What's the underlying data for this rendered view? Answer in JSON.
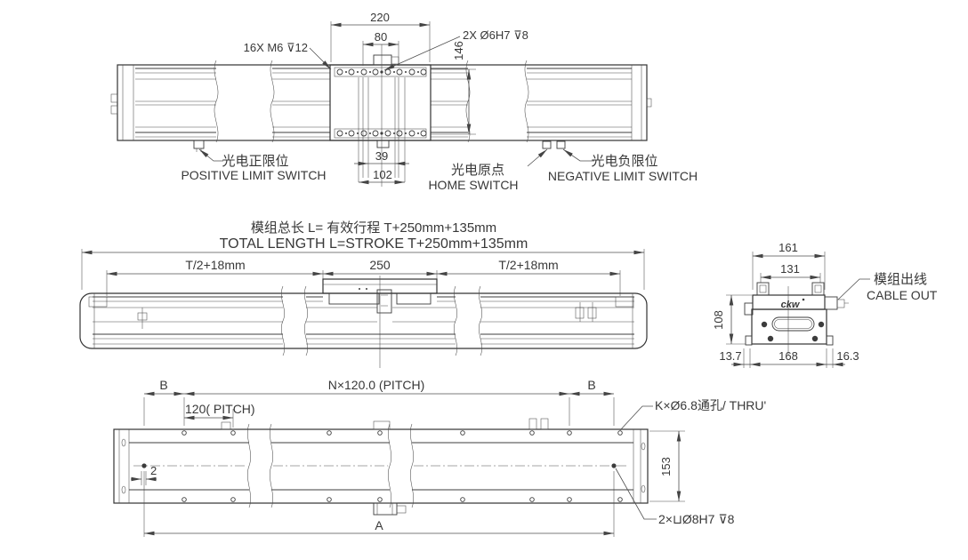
{
  "colors": {
    "background": "#ffffff",
    "line": "#3c3c3c",
    "dimension": "#555555",
    "text": "#383838"
  },
  "top_view": {
    "dim_220": "220",
    "dim_80": "80",
    "dim_146": "146",
    "dim_39": "39",
    "dim_102": "102",
    "label_tapped_holes": "16X M6 ⊽12",
    "label_dowel_holes": "2X Ø6H7 ⊽8",
    "positive_limit_switch_cn": "光电正限位",
    "positive_limit_switch_en": "POSITIVE LIMIT SWITCH",
    "home_switch_cn": "光电原点",
    "home_switch_en": "HOME SWITCH",
    "negative_limit_switch_cn": "光电负限位",
    "negative_limit_switch_en": "NEGATIVE LIMIT SWITCH"
  },
  "front_view": {
    "title_cn": "模组总长  L= 有效行程  T+250mm+135mm",
    "title_en": "TOTAL LENGTH  L=STROKE  T+250mm+135mm",
    "dim_left": "T/2+18mm",
    "dim_center": "250",
    "dim_right": "T/2+18mm"
  },
  "end_view": {
    "dim_161": "161",
    "dim_131": "131",
    "dim_108": "108",
    "dim_13_7": "13.7",
    "dim_168": "168",
    "dim_16_3": "16.3",
    "cable_out_cn": "模组出线",
    "cable_out_en": "CABLE OUT",
    "logo": "ckw"
  },
  "bottom_view": {
    "dim_b_left": "B",
    "dim_pitch_total": "N×120.0 (PITCH)",
    "dim_b_right": "B",
    "dim_pitch_first": "120( PITCH)",
    "label_through_holes": "K×Ø6.8通孔/ THRU'",
    "label_counterbore_holes": "2×⊔Ø8H7 ⊽8",
    "dim_153": "153",
    "dim_2": "2",
    "dim_a": "A"
  }
}
